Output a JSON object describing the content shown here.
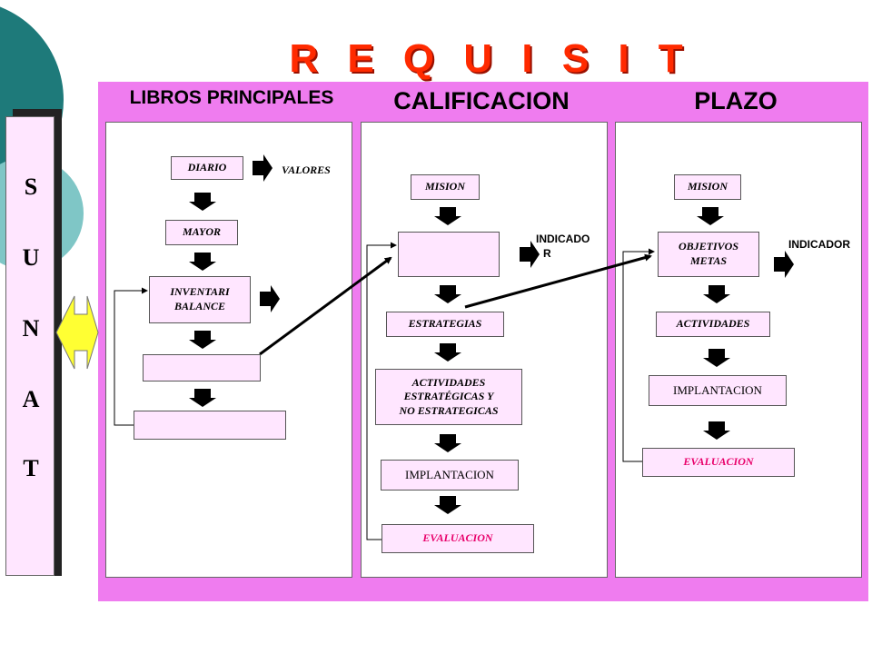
{
  "title": "R E Q U I S I T O S",
  "columns": {
    "libros": "LIBROS PRINCIPALES",
    "calificacion": "CALIFICACION",
    "plazo": "PLAZO"
  },
  "sunat": [
    "S",
    "U",
    "N",
    "A",
    "T"
  ],
  "libros": {
    "diario": "DIARIO",
    "valores": "VALORES",
    "mayor": "MAYOR",
    "inventario_line1": "INVENTARI",
    "inventario_line2": "BALANCE"
  },
  "calificacion": {
    "mision": "MISION",
    "indicador_line1": "INDICADO",
    "indicador_line2": "R",
    "estrategias": "ESTRATEGIAS",
    "actividades_line1": "ACTIVIDADES",
    "actividades_line2": "ESTRATÉGICAS Y",
    "actividades_line3": "NO ESTRATEGICAS",
    "implantacion": "IMPLANTACION",
    "evaluacion": "EVALUACION"
  },
  "plazo": {
    "mision": "MISION",
    "objetivos_line1": "OBJETIVOS",
    "objetivos_line2": "METAS",
    "indicador": "INDICADOR",
    "actividades": "ACTIVIDADES",
    "implantacion": "IMPLANTACION",
    "evaluacion": "EVALUACION"
  },
  "colors": {
    "title": "#ff2a00",
    "band": "#ef7cef",
    "box_fill": "#ffe6ff",
    "evaluacion_text": "#e8006a",
    "sunat_arrow": "#ffff33",
    "circle_dark": "#1e7a7a",
    "circle_light": "#7fc6c6"
  }
}
